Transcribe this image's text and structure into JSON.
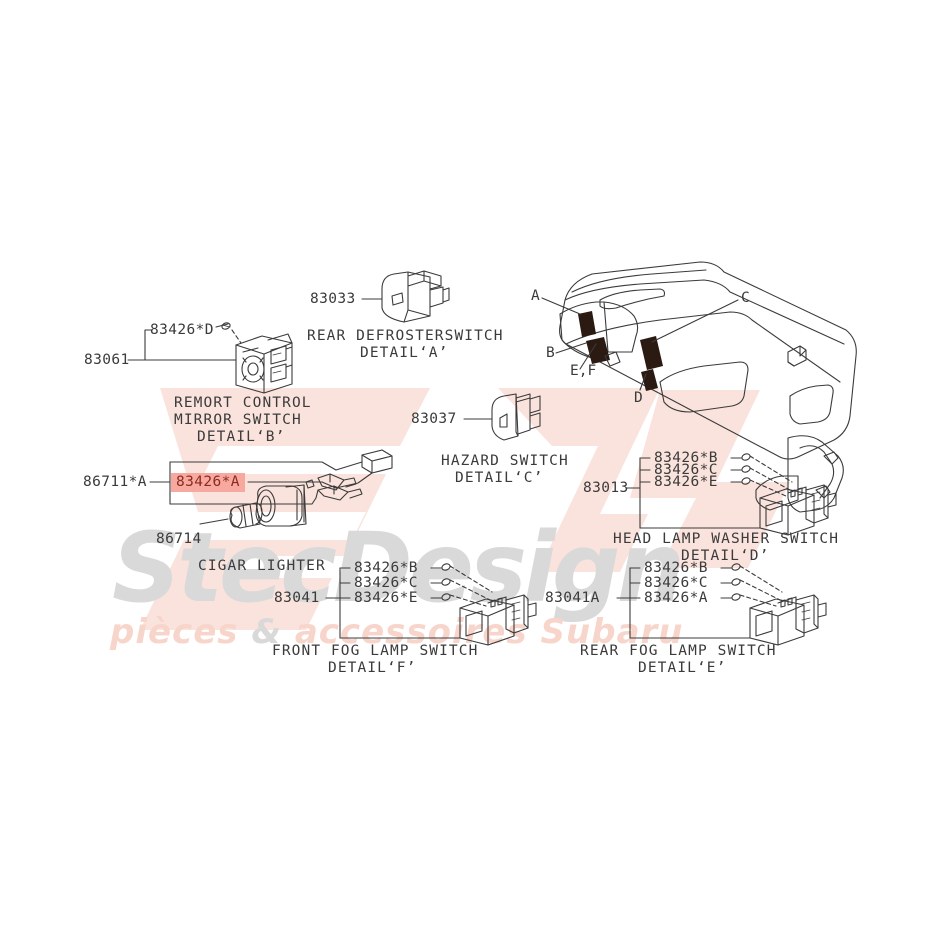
{
  "document": {
    "type": "subaru-parts-diagram",
    "title": "Switch / Dashboard Parts Diagram"
  },
  "watermark": {
    "logo_text": "SJ",
    "script_text": "StecDesign",
    "tagline_pre": "pièces ",
    "tagline_amp": "&",
    "tagline_post": " accessoires Subaru",
    "logo_color": "#fae3dc",
    "script_color": "#d9d9d9",
    "tagline_color": "#f7d5cb"
  },
  "colors": {
    "line": "#3b3b3b",
    "text": "#3b3b3b",
    "highlight_bg": "#f7a9a0",
    "highlight_text": "#8c2b20",
    "panel_fill": "#ffffff",
    "switch_dark": "#2b1a12"
  },
  "groups": {
    "mirror_switch": {
      "main_part": "83061",
      "sub_part": "83426*D",
      "caption_line1": "REMORT CONTROL",
      "caption_line2": "MIRROR SWITCH",
      "caption_line3": "DETAIL‘B’"
    },
    "rear_defroster": {
      "main_part": "83033",
      "caption_line1": "REAR DEFROSTERSWITCH",
      "caption_line2": "DETAIL‘A’"
    },
    "hazard_switch": {
      "main_part": "83037",
      "caption_line1": "HAZARD SWITCH",
      "caption_line2": "DETAIL‘C’"
    },
    "cigar_lighter": {
      "main_part": "86711*A",
      "highlight_part": "83426*A",
      "socket_part": "86714",
      "caption_line1": "CIGAR LIGHTER"
    },
    "head_lamp_washer": {
      "main_part": "83013",
      "sub_parts": [
        "83426*B",
        "83426*C",
        "83426*E"
      ],
      "caption_line1": "HEAD LAMP WASHER SWITCH",
      "caption_line2": "DETAIL‘D’"
    },
    "front_fog_lamp": {
      "main_part": "83041",
      "sub_parts": [
        "83426*B",
        "83426*C",
        "83426*E"
      ],
      "caption_line1": "FRONT FOG LAMP SWITCH",
      "caption_line2": "DETAIL‘F’"
    },
    "rear_fog_lamp": {
      "main_part": "83041A",
      "sub_parts": [
        "83426*B",
        "83426*C",
        "83426*A"
      ],
      "caption_line1": "REAR FOG LAMP SWITCH",
      "caption_line2": "DETAIL‘E’"
    },
    "dashboard": {
      "callouts": [
        "A",
        "B",
        "E,F",
        "C",
        "D"
      ]
    }
  }
}
